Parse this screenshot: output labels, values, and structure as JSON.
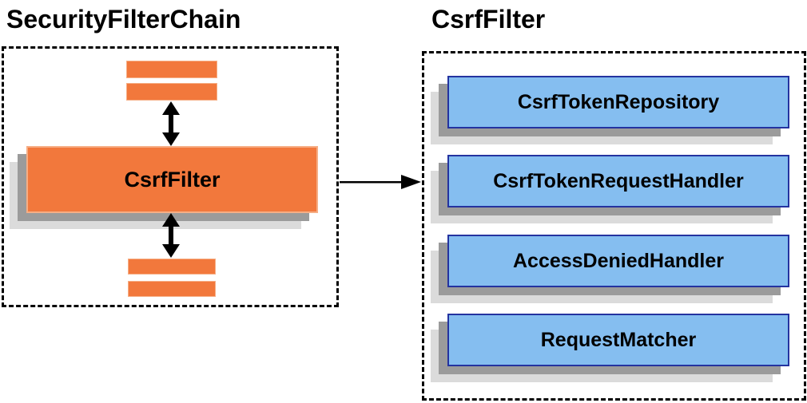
{
  "diagram": {
    "left": {
      "title": "SecurityFilterChain",
      "center_box_label": "CsrfFilter"
    },
    "right": {
      "title": "CsrfFilter",
      "components": [
        "CsrfTokenRepository",
        "CsrfTokenRequestHandler",
        "AccessDeniedHandler",
        "RequestMatcher"
      ]
    }
  },
  "colors": {
    "orange_fill": "#F2783C",
    "orange_border": "#F6AE85",
    "blue_fill": "#85BEF0",
    "blue_border": "#2433A0",
    "shadow_dark": "#9B9B9B",
    "shadow_light": "#DBDBDB",
    "arrow": "#000000",
    "dashed_border": "#000000",
    "background": "#FFFFFF",
    "text": "#000000"
  }
}
